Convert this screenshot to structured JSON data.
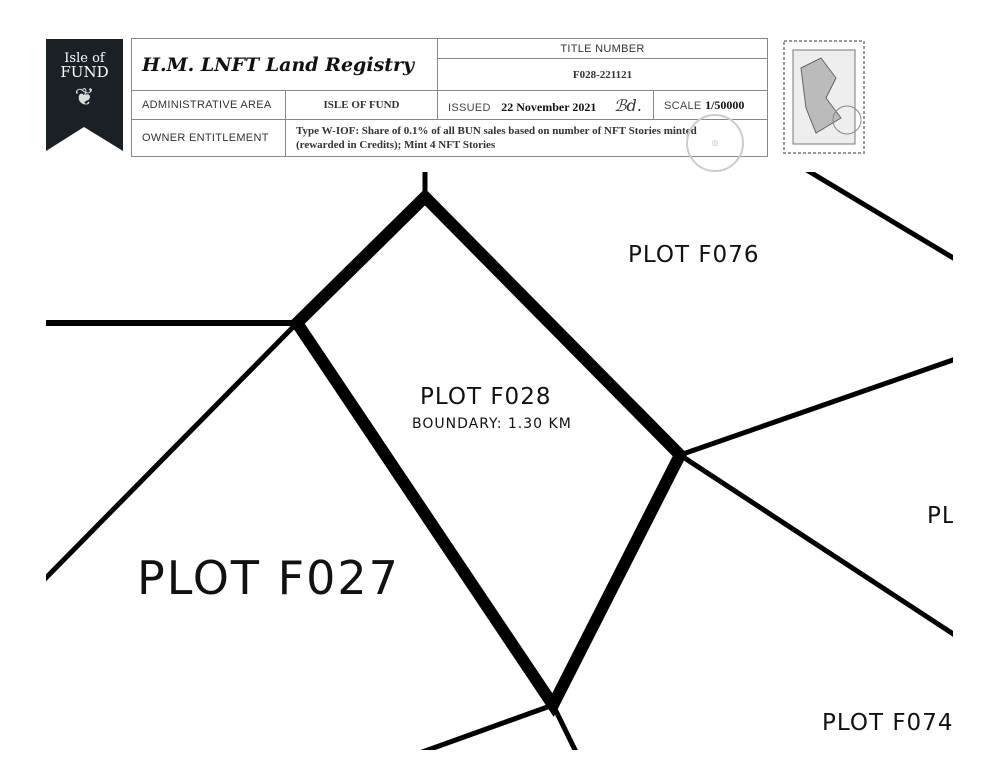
{
  "badge": {
    "line1": "Isle of",
    "line2": "FUND",
    "icon": "frog-icon"
  },
  "registry": {
    "title": "H.M. LNFT Land Registry",
    "title_number_label": "TITLE NUMBER",
    "title_number": "F028-221121",
    "admin_area_label": "ADMINISTRATIVE AREA",
    "admin_area": "ISLE OF FUND",
    "issued_label": "ISSUED",
    "issued_date": "22 November 2021",
    "signature": "ℬd.",
    "scale_label": "SCALE",
    "scale": "1/50000",
    "owner_label": "OWNER ENTITLEMENT",
    "owner_entitlement": "Type W-IOF: Share of 0.1% of all BUN sales based on number of NFT Stories minted (rewarded in Credits); Mint 4 NFT Stories"
  },
  "stamp": {
    "icon": "postage-stamp-icon"
  },
  "map": {
    "plots": {
      "f076": "PLOT F076",
      "f028": "PLOT F028",
      "f028_boundary": "BOUNDARY: 1.30 KM",
      "partial": "PL",
      "f027": "PLOT F027",
      "f074": "PLOT F074"
    }
  }
}
